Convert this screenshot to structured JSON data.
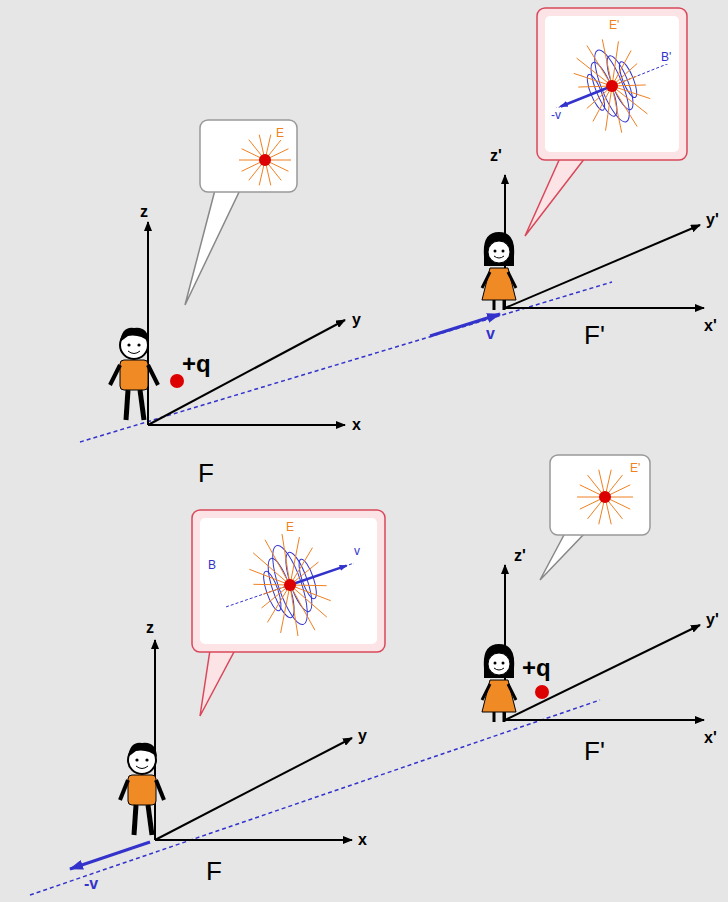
{
  "diagram": {
    "nodes": [
      {
        "text": [
          "E"
        ]
      },
      {
        "text": [
          "E'",
          "B'",
          "-v"
        ]
      },
      {
        "text": [
          "E",
          "B",
          "v"
        ]
      },
      {
        "text": [
          "E'"
        ]
      }
    ],
    "labels": [
      "z",
      "y",
      "x",
      "+q",
      "F",
      "z'",
      "y'",
      "x'",
      "v",
      "F'",
      "z",
      "y",
      "x",
      "F",
      "-v",
      "z'",
      "y'",
      "x'",
      "+q",
      "F'"
    ]
  }
}
